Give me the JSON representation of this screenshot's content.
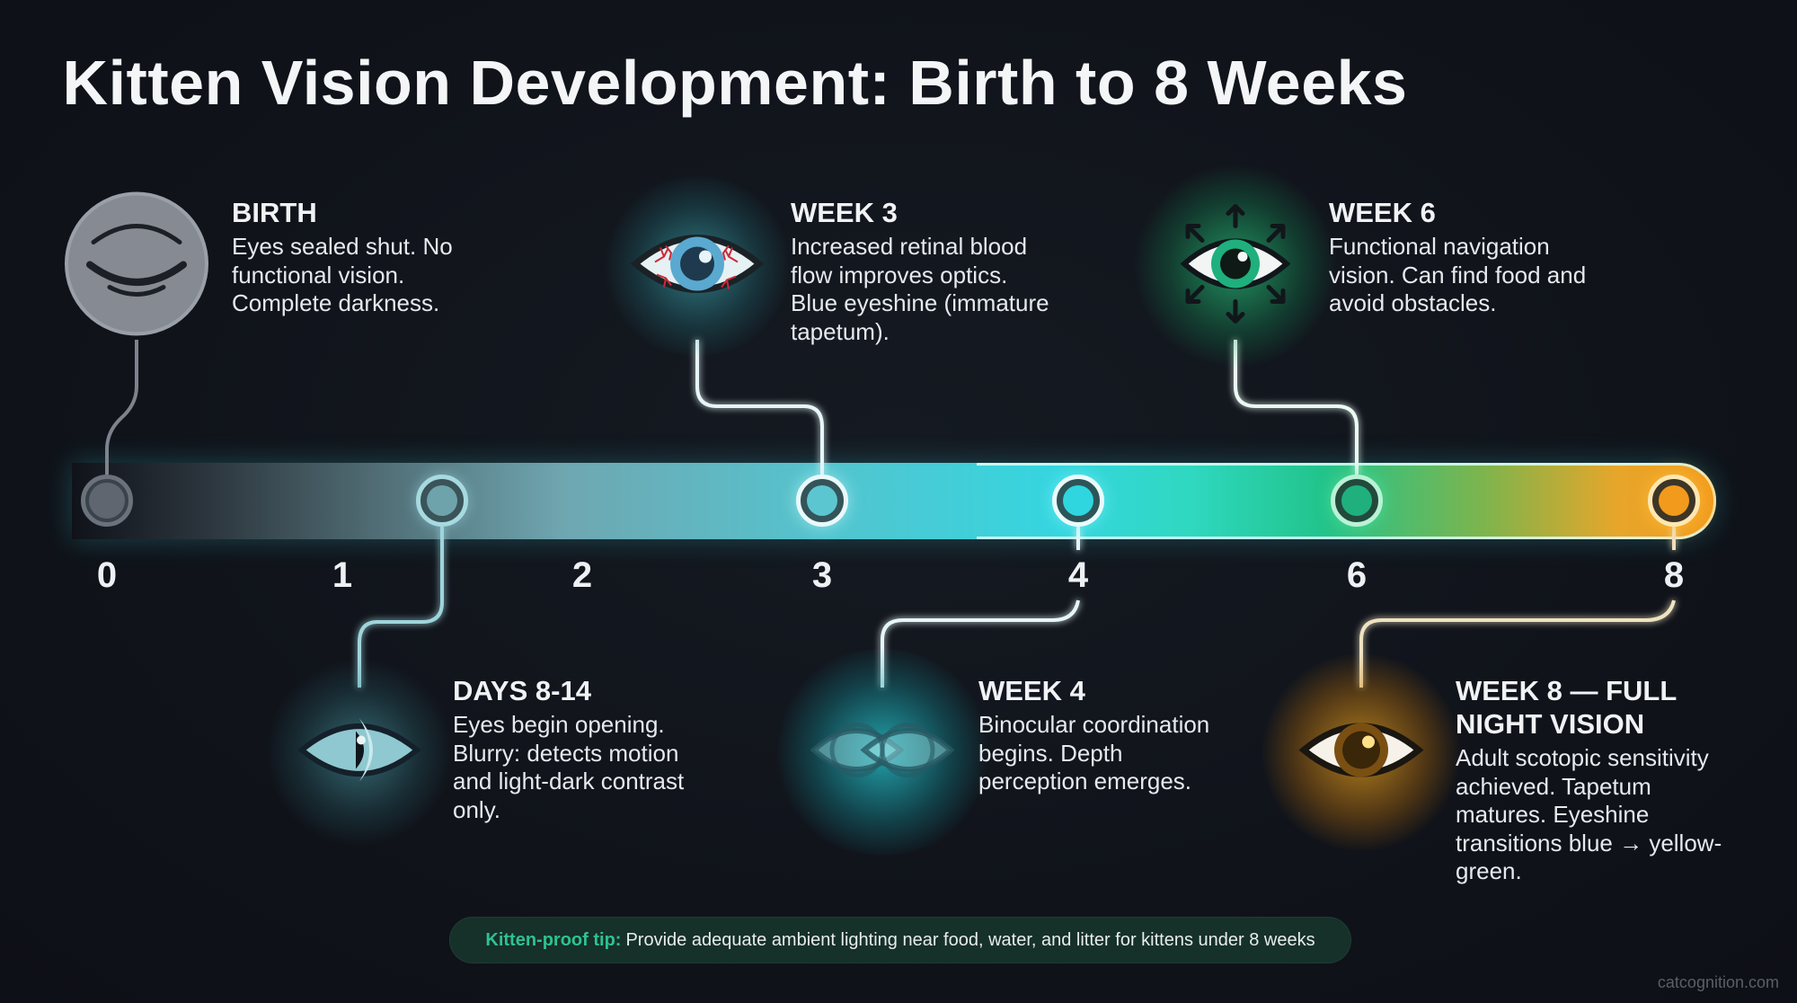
{
  "title": "Kitten Vision Development: Birth to 8 Weeks",
  "timeline": {
    "axis_label_unit": "weeks",
    "ticks": [
      "0",
      "1",
      "2",
      "3",
      "4",
      "6",
      "8"
    ],
    "colors": {
      "start": "#3a424b",
      "blue": "#6fb4be",
      "cyan": "#35d6e0",
      "green": "#1fb07e",
      "orange": "#f29a1c"
    }
  },
  "stages": [
    {
      "id": "birth",
      "heading": "BIRTH",
      "description": "Eyes sealed shut. No functional vision. Complete darkness.",
      "icon": "closed-eye-icon",
      "color": "#7d838c",
      "week": "0"
    },
    {
      "id": "days-8-14",
      "heading": "DAYS 8-14",
      "description": "Eyes begin opening. Blurry: detects motion and light-dark contrast only.",
      "icon": "half-open-eye-icon",
      "color": "#6fb4be",
      "week": "1"
    },
    {
      "id": "week-3",
      "heading": "WEEK 3",
      "description": "Increased retinal blood flow improves optics. Blue eyeshine (immature tapetum).",
      "icon": "bloodshot-eye-icon",
      "color": "#5cc6d0",
      "week": "3"
    },
    {
      "id": "week-4",
      "heading": "WEEK 4",
      "description": "Binocular coordination begins. Depth perception emerges.",
      "icon": "binocular-eyes-icon",
      "color": "#2fd6e0",
      "week": "4"
    },
    {
      "id": "week-6",
      "heading": "WEEK 6",
      "description": "Functional navigation vision. Can find food and avoid obstacles.",
      "icon": "navigation-eye-icon",
      "color": "#1fb07e",
      "week": "6"
    },
    {
      "id": "week-8",
      "heading": "WEEK 8 — FULL NIGHT VISION",
      "description": "Adult scotopic sensitivity achieved. Tapetum matures. Eyeshine transitions blue → yellow-green.",
      "icon": "golden-eye-icon",
      "color": "#f29a1c",
      "week": "8"
    }
  ],
  "tip": {
    "label": "Kitten-proof tip:",
    "text": "Provide adequate ambient lighting near food, water, and litter for kittens under 8 weeks",
    "label_color": "#2fc28f"
  },
  "watermark": "catcognition.com"
}
